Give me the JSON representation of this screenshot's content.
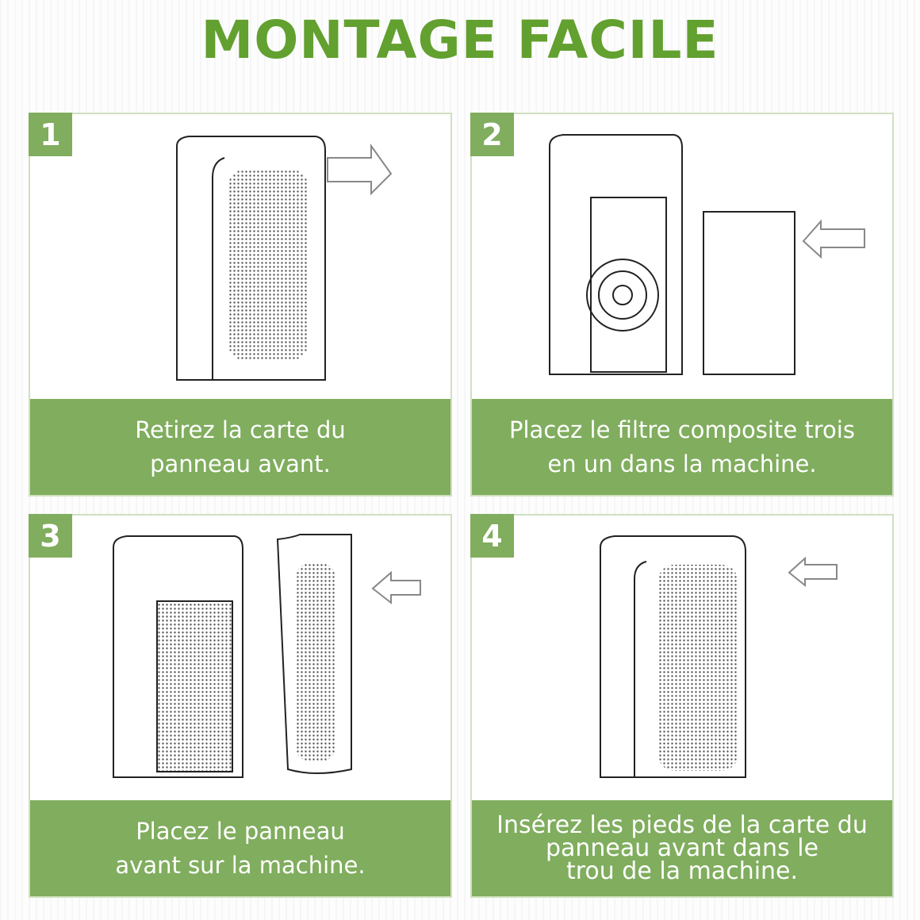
{
  "title": "MONTAGE FACILE",
  "colors": {
    "title": "#62a02f",
    "accent": "#80ad5e"
  },
  "steps": [
    {
      "number": "1",
      "caption": "Retirez la carte du\npanneau avant."
    },
    {
      "number": "2",
      "caption": "Placez le filtre composite trois\nen un dans la machine."
    },
    {
      "number": "3",
      "caption": "Placez le panneau\navant sur la machine."
    },
    {
      "number": "4",
      "caption": "Insérez les pieds de la carte du\npanneau avant dans le\ntrou de la machine."
    }
  ]
}
